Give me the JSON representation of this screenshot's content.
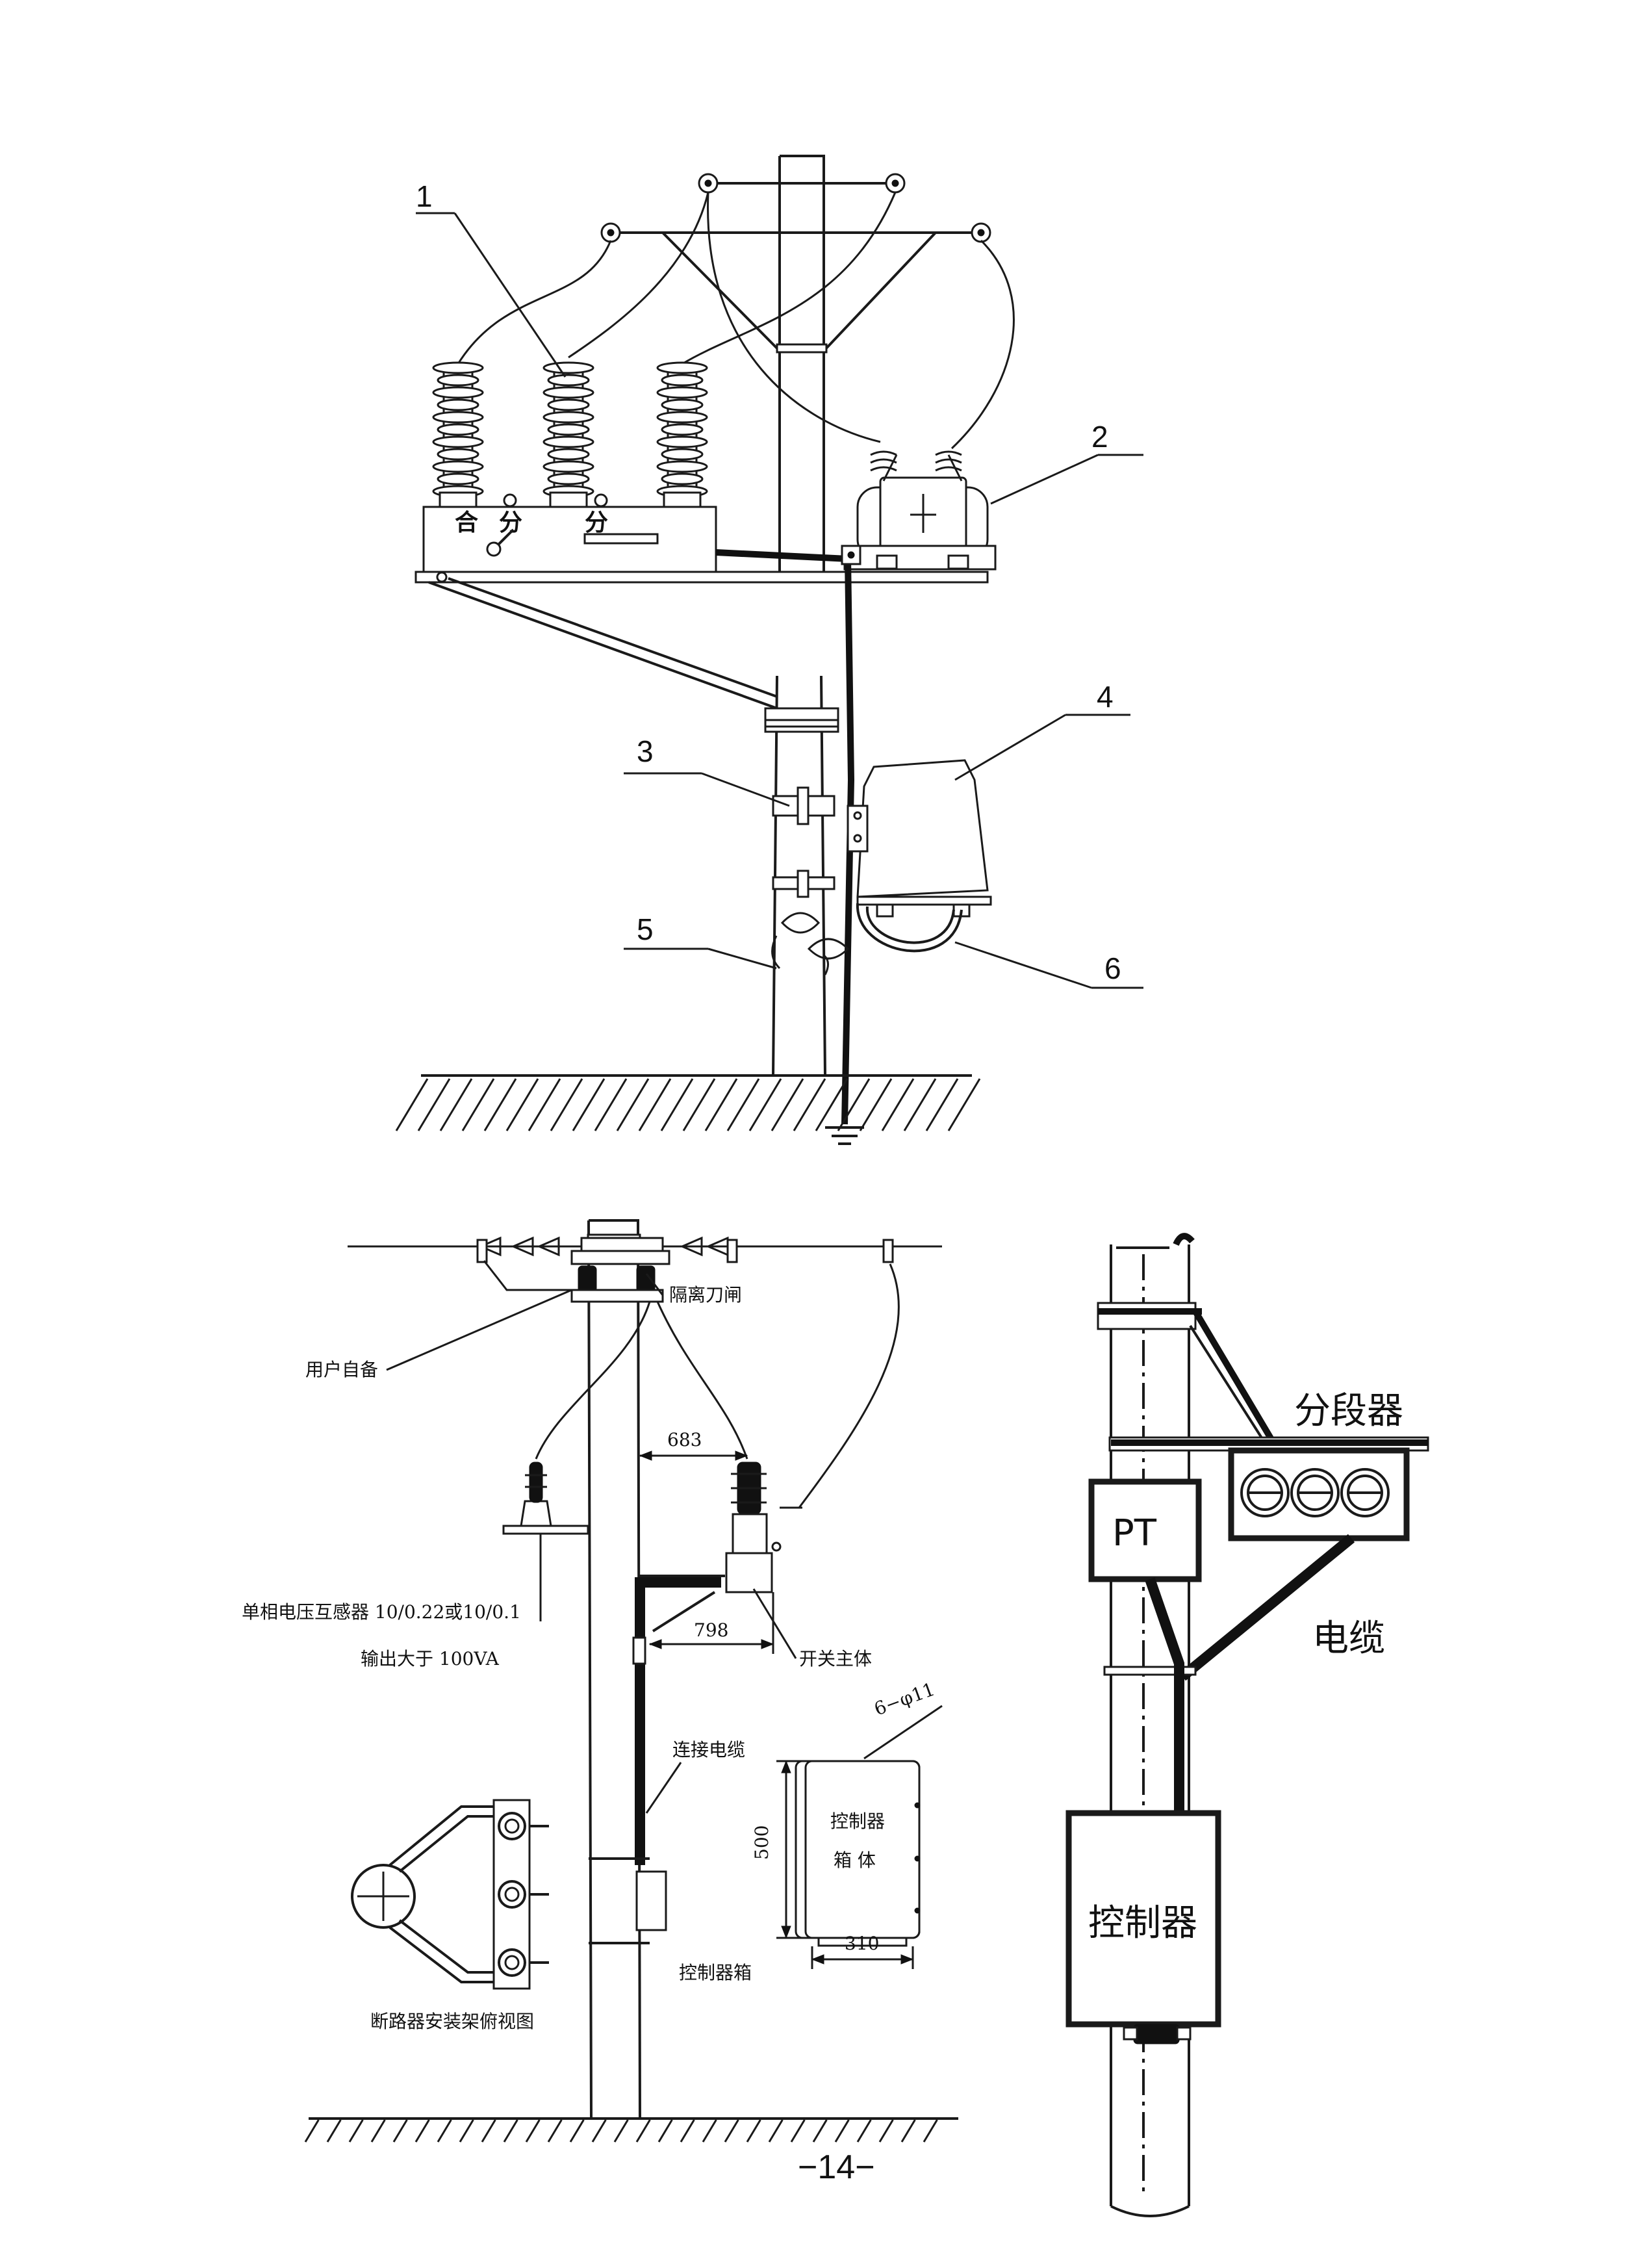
{
  "top_diagram": {
    "callouts": [
      "1",
      "2",
      "3",
      "4",
      "5",
      "6"
    ],
    "panel_labels": [
      "合",
      "分",
      "分"
    ]
  },
  "bottom_left_diagram": {
    "labels": {
      "isolating_switch": "隔离刀闸",
      "user_supplied": "用户自备",
      "pt_spec": "单相电压互感器 10/0.22或10/0.1",
      "output": "输出大于 100VA",
      "switch_body": "开关主体",
      "cable": "连接电缆",
      "holes": "6−φ11",
      "box_text_1": "控制器",
      "box_text_2": "箱 体",
      "controller_box": "控制器箱",
      "top_view": "断路器安装架俯视图"
    },
    "dimensions": {
      "d683": "683",
      "d798": "798",
      "d500": "500",
      "d310": "310"
    }
  },
  "bottom_right_diagram": {
    "labels": {
      "sectionalizer": "分段器",
      "pt": "PT",
      "cable": "电缆",
      "controller": "控制器"
    }
  },
  "page_number": "−14−"
}
